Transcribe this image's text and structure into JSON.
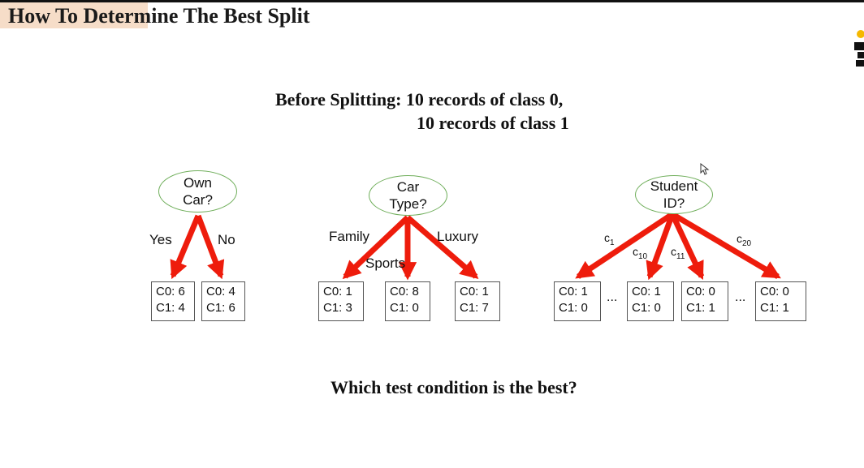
{
  "slide": {
    "title": "How To Determine The Best Split",
    "intro_line1": "Before Splitting: 10 records of class 0,",
    "intro_line2": "10 records of class 1",
    "question": "Which test condition is the best?"
  },
  "trees": {
    "own_car": {
      "node_line1": "Own",
      "node_line2": "Car?",
      "branches": [
        "Yes",
        "No"
      ],
      "leaves": [
        {
          "c0": "C0: 6",
          "c1": "C1: 4"
        },
        {
          "c0": "C0: 4",
          "c1": "C1: 6"
        }
      ]
    },
    "car_type": {
      "node_line1": "Car",
      "node_line2": "Type?",
      "branches": [
        "Family",
        "Sports",
        "Luxury"
      ],
      "leaves": [
        {
          "c0": "C0: 1",
          "c1": "C1: 3"
        },
        {
          "c0": "C0: 8",
          "c1": "C1: 0"
        },
        {
          "c0": "C0: 1",
          "c1": "C1: 7"
        }
      ]
    },
    "student_id": {
      "node_line1": "Student",
      "node_line2": "ID?",
      "branches": [
        {
          "base": "c",
          "sub": "1"
        },
        {
          "base": "c",
          "sub": "10"
        },
        {
          "base": "c",
          "sub": "11"
        },
        {
          "base": "c",
          "sub": "20"
        }
      ],
      "ellipsis": "...",
      "leaves": [
        {
          "c0": "C0: 1",
          "c1": "C1: 0"
        },
        {
          "c0": "C0: 1",
          "c1": "C1: 0"
        },
        {
          "c0": "C0: 0",
          "c1": "C1: 1"
        },
        {
          "c0": "C0: 0",
          "c1": "C1: 1"
        }
      ]
    }
  },
  "colors": {
    "arrow": "#ee1c0c",
    "node_border": "#6fae5a",
    "title_highlight": "#f6ddc8"
  },
  "icons": [
    "mouse-cursor-icon",
    "logo-icon"
  ]
}
